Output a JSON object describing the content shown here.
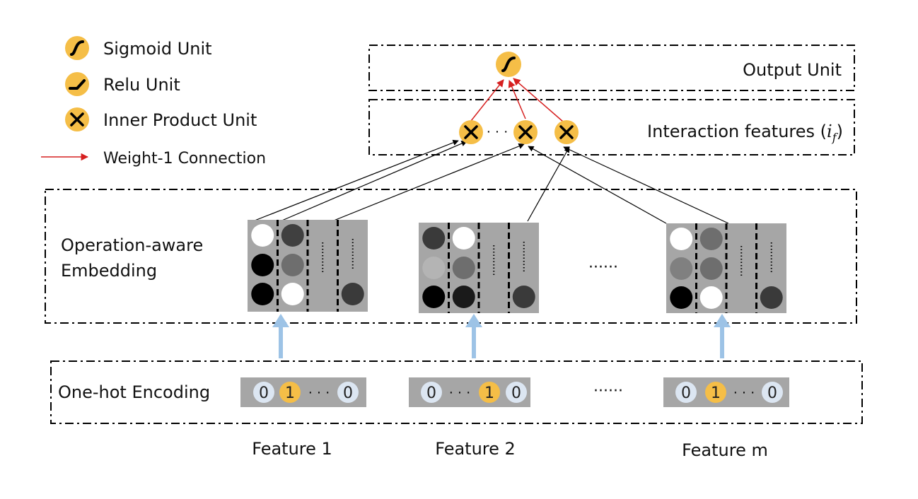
{
  "legend": {
    "sigmoid": "Sigmoid Unit",
    "relu": "Relu Unit",
    "inner_product": "Inner Product Unit",
    "weight_connection": "Weight-1 Connection"
  },
  "layers": {
    "output": "Output Unit",
    "interaction": "Interaction features (",
    "interaction_symbol": "i",
    "interaction_subscript": "f",
    "interaction_close": ")",
    "embedding_line1": "Operation-aware",
    "embedding_line2": "Embedding",
    "onehot": "One-hot Encoding"
  },
  "features": [
    {
      "label": "Feature 1",
      "bits": [
        "0",
        "1",
        "0"
      ]
    },
    {
      "label": "Feature 2",
      "bits": [
        "0",
        "1",
        "0"
      ]
    },
    {
      "label": "Feature m",
      "bits": [
        "0",
        "1",
        "0"
      ]
    }
  ],
  "ellipsis": "······",
  "colors": {
    "unit_fill": "#F5BE47",
    "weight_arrow": "#D62020",
    "up_arrow": "#9DC3E6",
    "block_gray": "#A6A6A6",
    "bit_fill": "#DCE6F2"
  }
}
